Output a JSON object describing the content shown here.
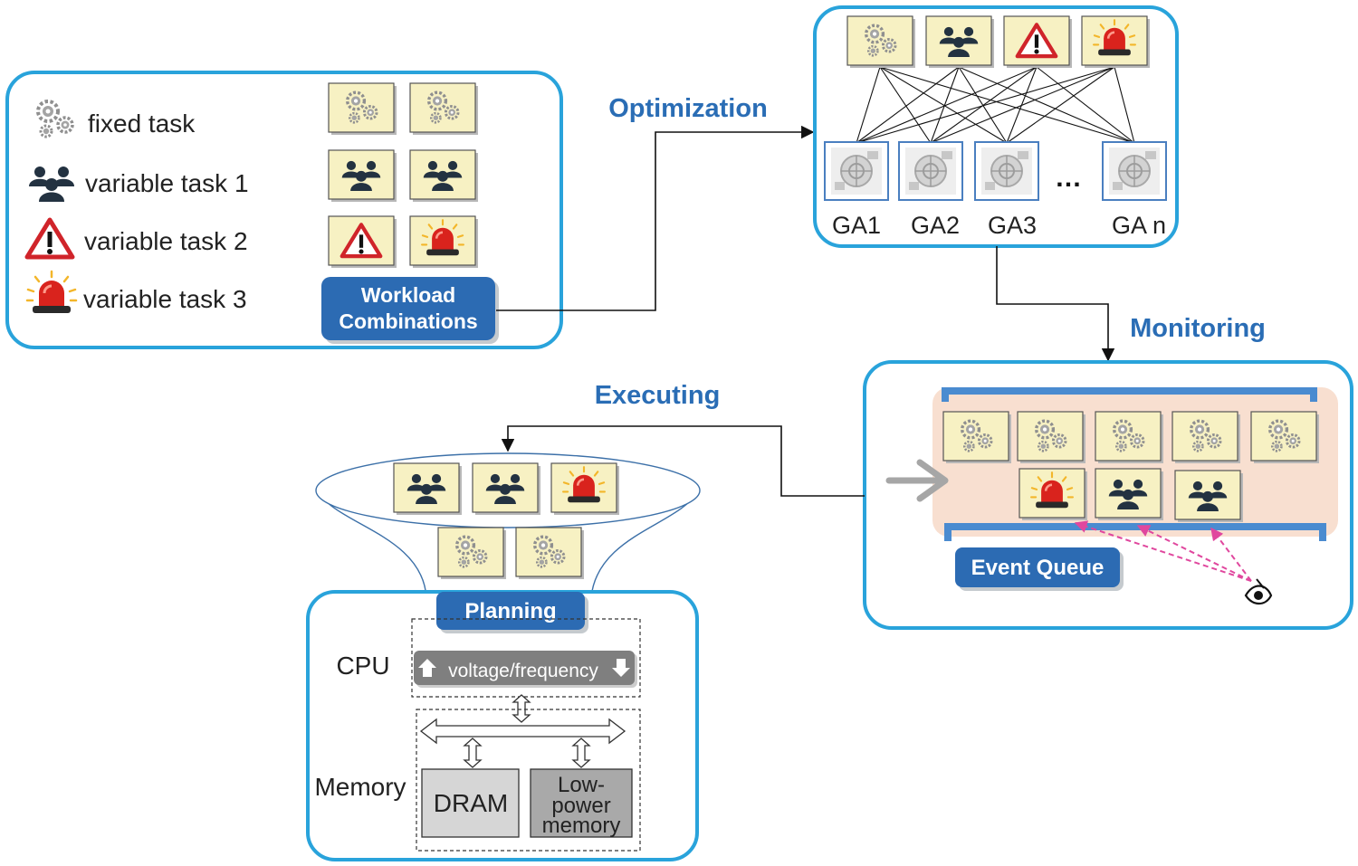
{
  "legend": {
    "fixed_task": "fixed task",
    "variable_task_1": "variable task 1",
    "variable_task_2": "variable task 2",
    "variable_task_3": "variable task 3"
  },
  "workload_label_line1": "Workload",
  "workload_label_line2": "Combinations",
  "labels": {
    "optimization": "Optimization",
    "monitoring": "Monitoring",
    "executing": "Executing",
    "event_queue": "Event Queue",
    "planning": "Planning",
    "cpu": "CPU",
    "voltage_frequency": "voltage/frequency",
    "memory": "Memory",
    "dram": "DRAM",
    "low_power_line1": "Low-",
    "low_power_line2": "power",
    "low_power_line3": "memory",
    "ellipsis": "…"
  },
  "ga_labels": [
    "GA1",
    "GA2",
    "GA3",
    "GA n"
  ],
  "icons": {
    "fixed": "gears-icon",
    "variable1": "people-icon",
    "variable2": "warning-icon",
    "variable3": "siren-icon",
    "ga_node": "genetic-algorithm-icon",
    "monitor": "eye-icon"
  },
  "colors": {
    "panel_border": "#29a3db",
    "label_blue": "#2a6db5",
    "button_fill": "#2c6bb3",
    "tile_fill": "#f7f1c3",
    "queue_fill": "#f8dfd0",
    "queue_rail": "#4a8bd0",
    "dashed_pink": "#e0479e"
  }
}
